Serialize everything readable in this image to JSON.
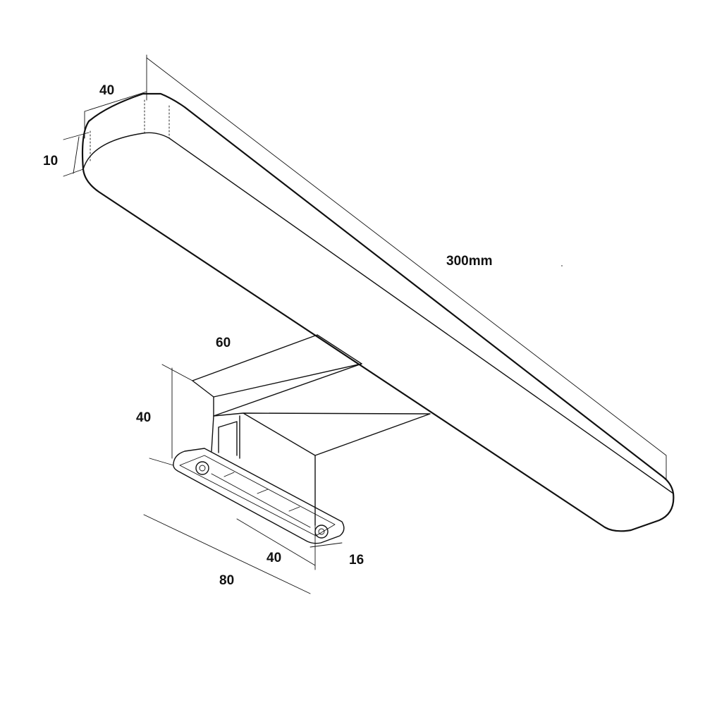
{
  "dimensions": {
    "bar_depth": "40",
    "bar_thickness": "10",
    "bar_length": "300mm",
    "arm_width": "60",
    "arm_height": "40",
    "base_length": "80",
    "base_inner": "40",
    "base_thickness": "16"
  },
  "colors": {
    "line": "#111111",
    "background": "#ffffff"
  }
}
